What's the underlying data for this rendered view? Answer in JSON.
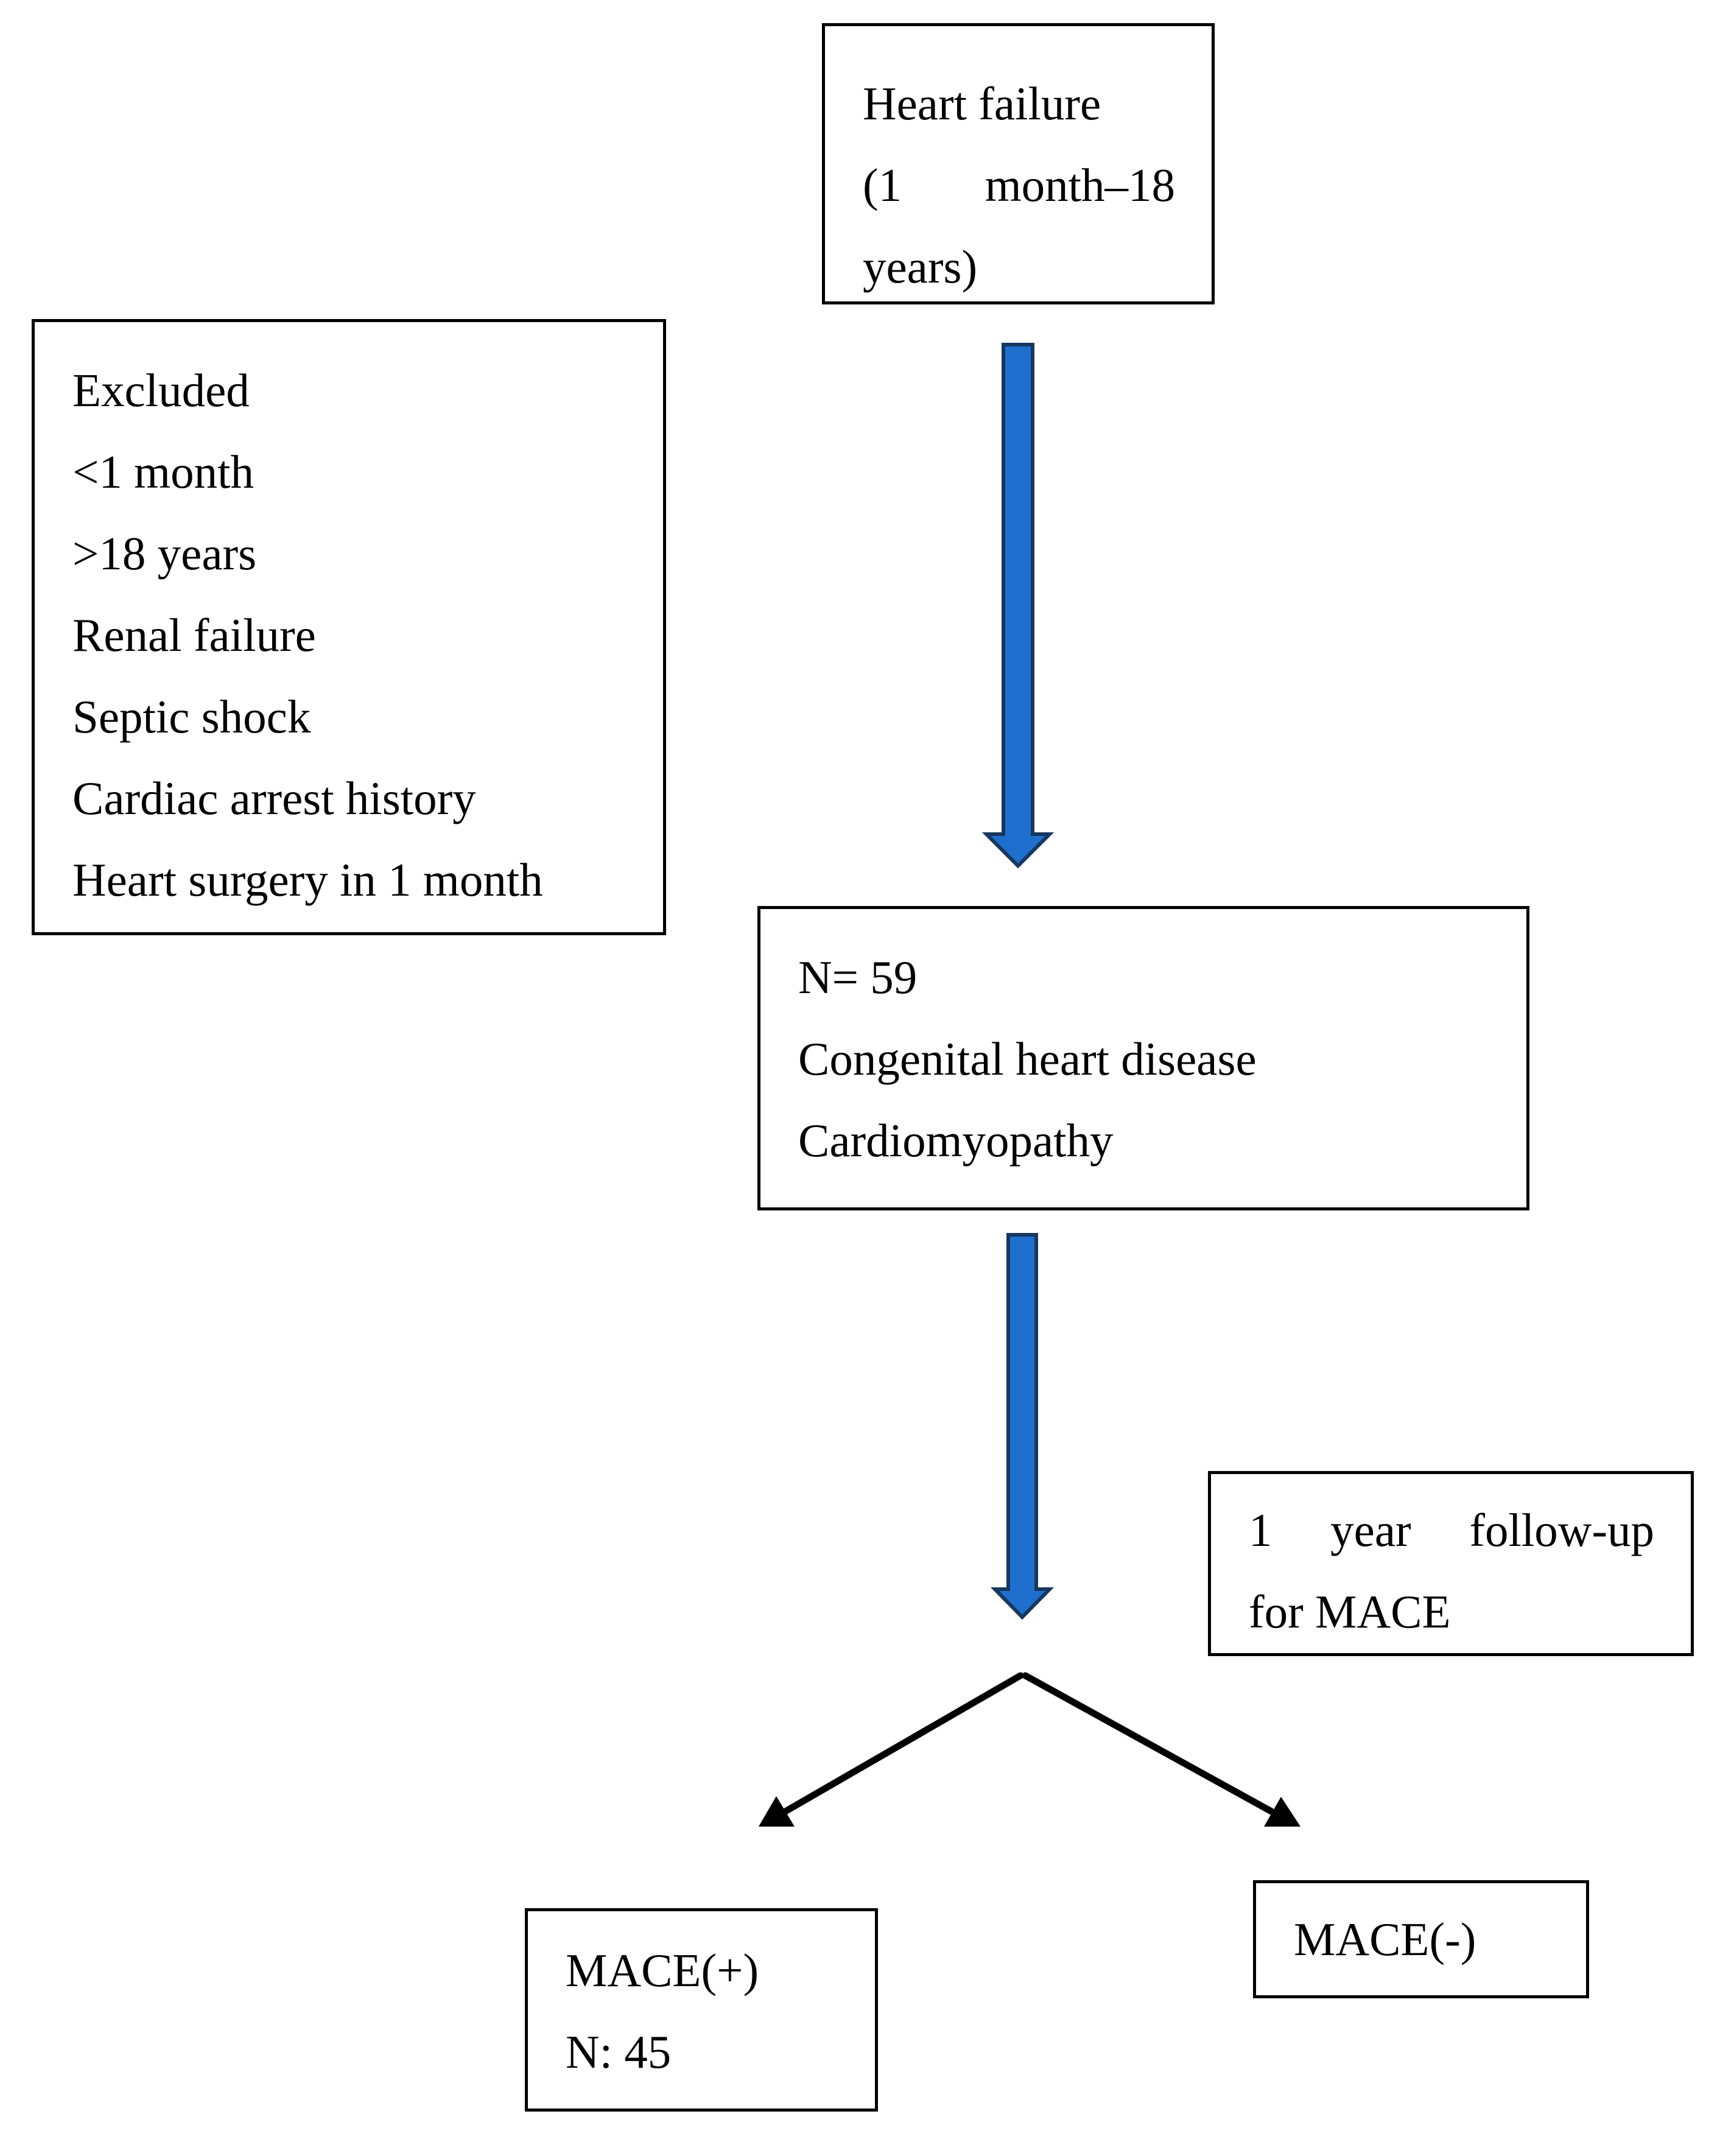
{
  "colors": {
    "box_border": "#000000",
    "flow_arrow_fill": "#1f6fcf",
    "flow_arrow_stroke": "#17375e",
    "branch_arrow": "#000000"
  },
  "boxes": {
    "heart_failure": {
      "lines": [
        "Heart failure",
        "(1 month–18",
        "years)"
      ]
    },
    "excluded": {
      "lines": [
        "Excluded",
        "<1 month",
        ">18 years",
        "Renal failure",
        "Septic shock",
        "Cardiac arrest history",
        "Heart surgery in 1 month"
      ]
    },
    "cohort": {
      "lines": [
        "N= 59",
        "Congenital heart disease",
        "Cardiomyopathy"
      ]
    },
    "followup": {
      "lines": [
        "1 year follow-up",
        "for MACE"
      ]
    },
    "mace_positive": {
      "lines": [
        "MACE(+)",
        "N: 45"
      ]
    },
    "mace_negative": {
      "lines": [
        "MACE(-)"
      ]
    }
  }
}
